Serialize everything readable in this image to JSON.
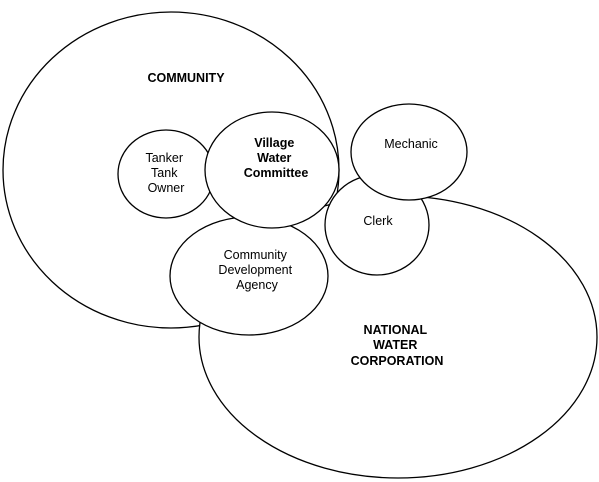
{
  "diagram": {
    "community": {
      "lines": [
        "COMMUNITY"
      ]
    },
    "national_water_corporation": {
      "lines": [
        "NATIONAL",
        "WATER",
        "CORPORATION"
      ]
    },
    "tanker_tank_owner": {
      "lines": [
        "Tanker",
        "Tank",
        "Owner"
      ]
    },
    "village_water_committee": {
      "lines": [
        "Village",
        "Water",
        "Committee"
      ]
    },
    "mechanic": {
      "lines": [
        "Mechanic"
      ]
    },
    "clerk": {
      "lines": [
        "Clerk"
      ]
    },
    "community_development_agency": {
      "lines": [
        "Community",
        "Development",
        "Agency"
      ]
    }
  }
}
